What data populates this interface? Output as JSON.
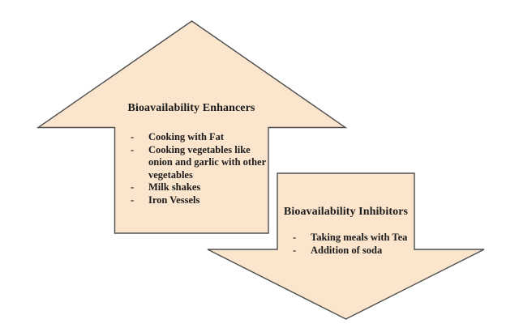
{
  "colors": {
    "background": "#ffffff",
    "arrow_fill": "#fbe5cd",
    "arrow_stroke": "#4e4e4e",
    "text": "#1b1b1b"
  },
  "bullet": "-",
  "up_arrow": {
    "direction": "up",
    "title": "Bioavailability Enhancers",
    "items": [
      {
        "lines": [
          "Cooking with Fat"
        ]
      },
      {
        "lines": [
          "Cooking vegetables like",
          "onion and garlic with other",
          "vegetables"
        ]
      },
      {
        "lines": [
          "Milk shakes"
        ]
      },
      {
        "lines": [
          "Iron Vessels"
        ]
      }
    ]
  },
  "down_arrow": {
    "direction": "down",
    "title": "Bioavailability Inhibitors",
    "items": [
      {
        "lines": [
          "Taking meals with Tea"
        ]
      },
      {
        "lines": [
          "Addition of soda"
        ]
      }
    ]
  }
}
